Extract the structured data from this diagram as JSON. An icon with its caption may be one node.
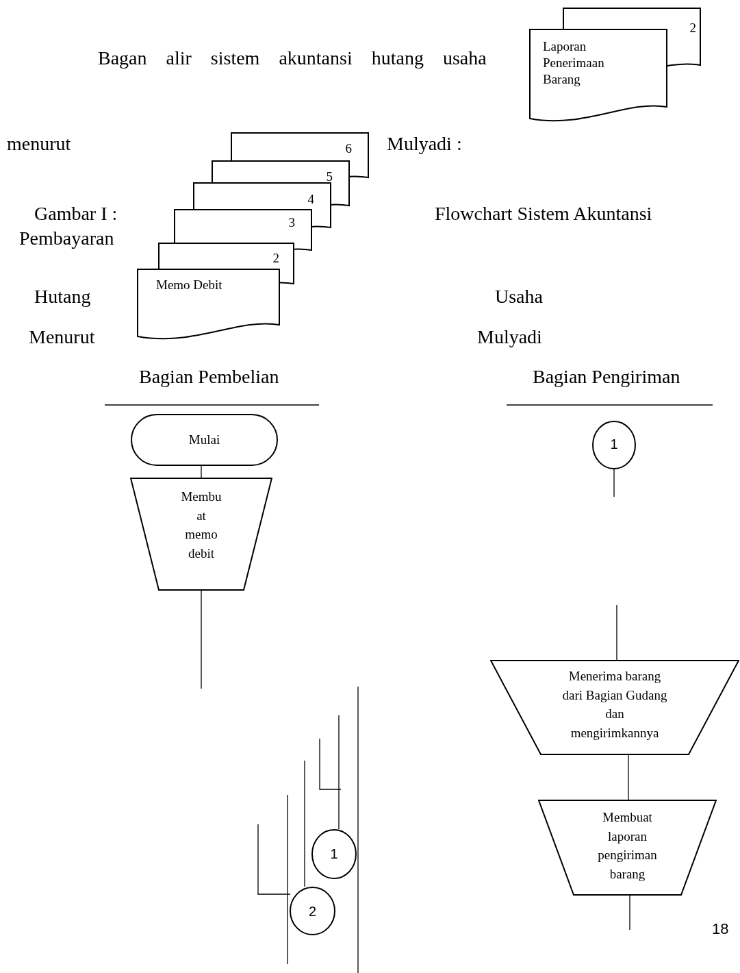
{
  "diagram": {
    "nodes": [
      {
        "text": [
          "Laporan Penerimaan Barang",
          "2"
        ]
      },
      {
        "text": [
          "Memo Debit",
          "2",
          "3",
          "4",
          "5",
          "6"
        ]
      },
      {
        "text": [
          "Mulai"
        ]
      },
      {
        "text": [
          "Membu at memo debit"
        ]
      },
      {
        "text": [
          "1"
        ]
      },
      {
        "text": [
          "Menerima barang dari Bagian Gudang dan mengirimkannya"
        ]
      },
      {
        "text": [
          "Membuat laporan pengiriman barang"
        ]
      },
      {
        "text": [
          "1"
        ]
      },
      {
        "text": [
          "2"
        ]
      }
    ],
    "edges": [
      {
        "from": 2,
        "to": 3,
        "arrow": "none"
      },
      {
        "from": 3,
        "to": null,
        "arrow": "none"
      },
      {
        "from": 4,
        "to": null,
        "arrow": "none"
      },
      {
        "from": null,
        "to": 5,
        "arrow": "none"
      },
      {
        "from": 5,
        "to": 6,
        "arrow": "none"
      },
      {
        "from": 6,
        "to": null,
        "arrow": "none"
      },
      {
        "from": null,
        "to": 7,
        "arrow": "none"
      },
      {
        "from": null,
        "to": 8,
        "arrow": "none"
      }
    ],
    "labels": [
      "Bagan alir sistem akuntansi hutang usaha",
      "menurut",
      "Mulyadi :",
      "Gambar I :",
      "Flowchart Sistem Akuntansi",
      "Pembayaran",
      "Hutang",
      "Usaha",
      "Menurut",
      "Mulyadi",
      "Bagian Pembelian",
      "Bagian Pengiriman",
      "18"
    ]
  }
}
